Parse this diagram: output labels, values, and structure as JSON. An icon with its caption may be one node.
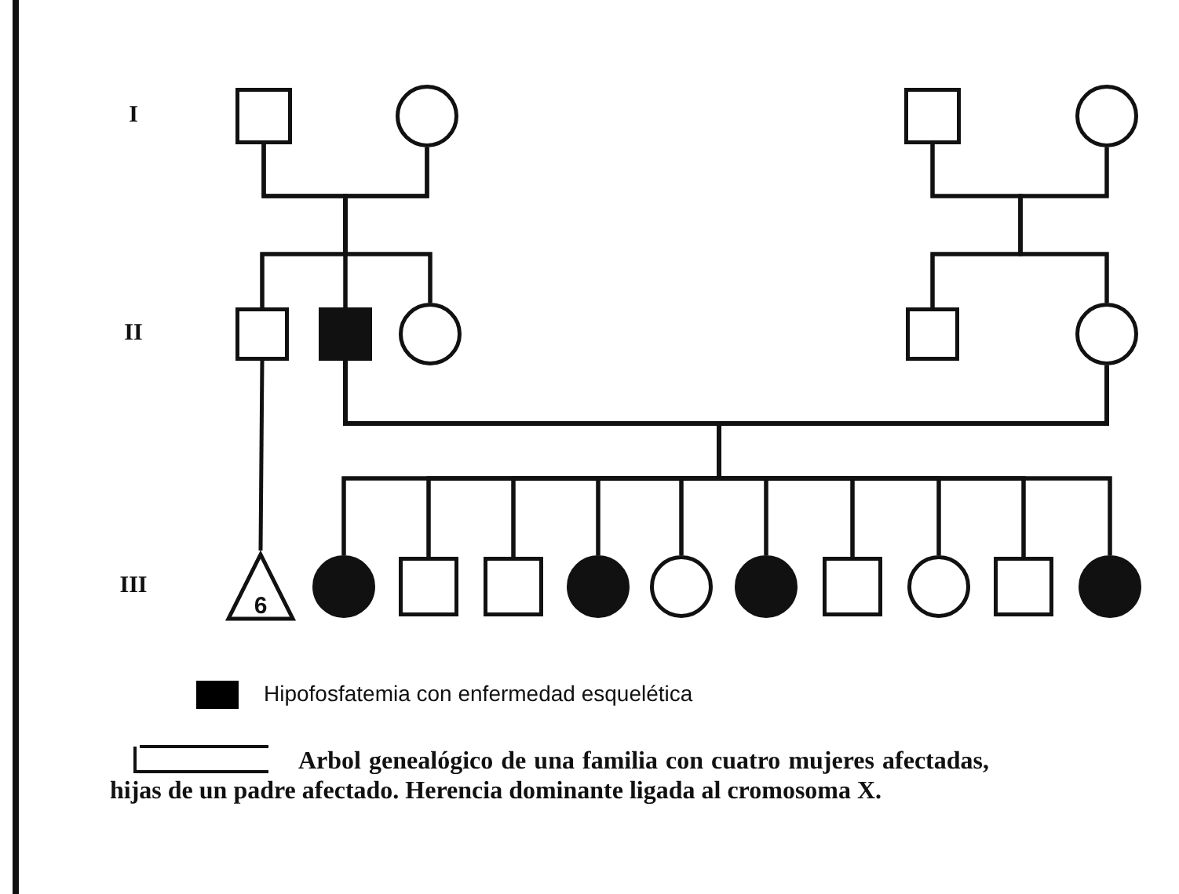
{
  "diagram": {
    "caption": "Arbol genealógico de una familia con cuatro mujeres afectadas, hijas de un padre afectado. Herencia dominante ligada al cromosoma X.",
    "nodes": [
      {
        "text": [],
        "shape": "box"
      },
      {
        "text": [],
        "shape": "circle"
      },
      {
        "text": [],
        "shape": "box"
      },
      {
        "text": [],
        "shape": "circle"
      },
      {
        "text": [],
        "shape": "box"
      },
      {
        "text": [],
        "shape": "box"
      },
      {
        "text": [],
        "shape": "circle"
      },
      {
        "text": [],
        "shape": "box"
      },
      {
        "text": [],
        "shape": "circle"
      },
      {
        "text": [
          "6"
        ]
      },
      {
        "text": [],
        "shape": "circle"
      },
      {
        "text": [],
        "shape": "box"
      },
      {
        "text": [],
        "shape": "box"
      },
      {
        "text": [],
        "shape": "circle"
      },
      {
        "text": [],
        "shape": "circle"
      },
      {
        "text": [],
        "shape": "circle"
      },
      {
        "text": [],
        "shape": "box"
      },
      {
        "text": [],
        "shape": "circle"
      },
      {
        "text": [],
        "shape": "box"
      },
      {
        "text": [],
        "shape": "circle"
      }
    ],
    "edges": [
      {
        "from": 0,
        "to": 4,
        "arrow": "none"
      },
      {
        "from": 1,
        "to": 4,
        "arrow": "none"
      },
      {
        "from": 0,
        "to": 5,
        "arrow": "none"
      },
      {
        "from": 1,
        "to": 5,
        "arrow": "none"
      },
      {
        "from": 0,
        "to": 6,
        "arrow": "none"
      },
      {
        "from": 1,
        "to": 6,
        "arrow": "none"
      },
      {
        "from": 2,
        "to": 7,
        "arrow": "none"
      },
      {
        "from": 3,
        "to": 7,
        "arrow": "none"
      },
      {
        "from": 2,
        "to": 8,
        "arrow": "none"
      },
      {
        "from": 3,
        "to": 8,
        "arrow": "none"
      },
      {
        "from": 4,
        "to": 9,
        "arrow": "none"
      },
      {
        "from": 5,
        "to": 10,
        "arrow": "none"
      },
      {
        "from": 8,
        "to": 10,
        "arrow": "none"
      },
      {
        "from": 5,
        "to": 11,
        "arrow": "none"
      },
      {
        "from": 8,
        "to": 11,
        "arrow": "none"
      },
      {
        "from": 5,
        "to": 12,
        "arrow": "none"
      },
      {
        "from": 8,
        "to": 12,
        "arrow": "none"
      },
      {
        "from": 5,
        "to": 13,
        "arrow": "none"
      },
      {
        "from": 8,
        "to": 13,
        "arrow": "none"
      },
      {
        "from": 5,
        "to": 14,
        "arrow": "none"
      },
      {
        "from": 8,
        "to": 14,
        "arrow": "none"
      },
      {
        "from": 5,
        "to": 15,
        "arrow": "none"
      },
      {
        "from": 8,
        "to": 15,
        "arrow": "none"
      },
      {
        "from": 5,
        "to": 16,
        "arrow": "none"
      },
      {
        "from": 8,
        "to": 16,
        "arrow": "none"
      },
      {
        "from": 5,
        "to": 17,
        "arrow": "none"
      },
      {
        "from": 8,
        "to": 17,
        "arrow": "none"
      },
      {
        "from": 5,
        "to": 18,
        "arrow": "none"
      },
      {
        "from": 8,
        "to": 18,
        "arrow": "none"
      },
      {
        "from": 5,
        "to": 19,
        "arrow": "none"
      },
      {
        "from": 8,
        "to": 19,
        "arrow": "none"
      }
    ],
    "labels": [
      "I",
      "II",
      "III"
    ],
    "legend": [
      {
        "text": "Hipofosfatemia con enfermedad esquelética",
        "color": "#000000"
      }
    ]
  }
}
